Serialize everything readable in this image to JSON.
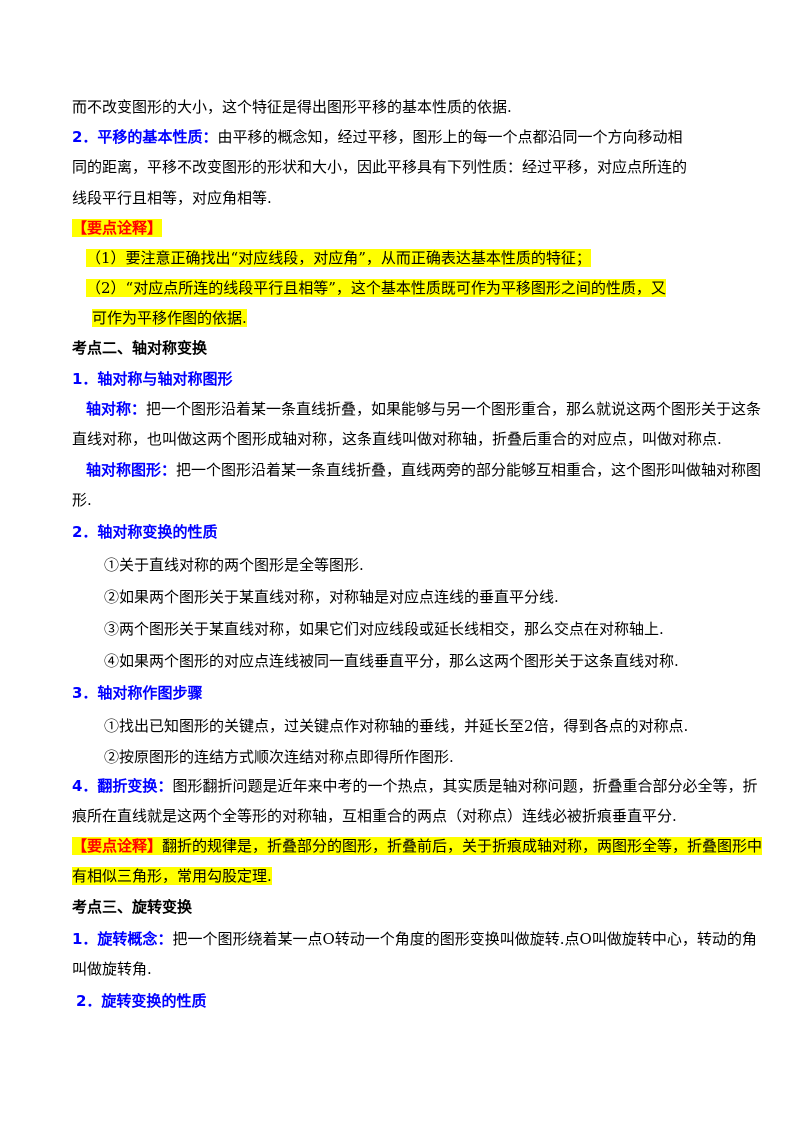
{
  "lines": {
    "l1": "而不改变图形的大小，这个特征是得出图形平移的基本性质的依据.",
    "l2_head": "2．平移的基本性质：",
    "l2_body": "由平移的概念知，经过平移，图形上的每一个点都沿同一个方向移动相",
    "l3": "同的距离，平移不改变图形的形状和大小，因此平移具有下列性质：经过平移，对应点所连的",
    "l4": "线段平行且相等，对应角相等.",
    "l5_tag": "【要点诠释】",
    "l6": "（1）要注意正确找出“对应线段，对应角”，从而正确表达基本性质的特征；",
    "l7": "（2）“对应点所连的线段平行且相等”，这个基本性质既可作为平移图形之间的性质，又",
    "l8": "可作为平移作图的依据.",
    "l9": "考点二、轴对称变换",
    "l10": "1．轴对称与轴对称图形",
    "l11_head": "轴对称：",
    "l11_body": "把一个图形沿着某一条直线折叠，如果能够与另一个图形重合，那么就说这两个图形关于这条",
    "l12": "直线对称，也叫做这两个图形成轴对称，这条直线叫做对称轴，折叠后重合的对应点，叫做对称点.",
    "l13_head": "轴对称图形：",
    "l13_body": "把一个图形沿着某一条直线折叠，直线两旁的部分能够互相重合，这个图形叫做轴对称图",
    "l14": "形.",
    "l15": "2．轴对称变换的性质",
    "l16": "①关于直线对称的两个图形是全等图形.",
    "l17": "②如果两个图形关于某直线对称，对称轴是对应点连线的垂直平分线.",
    "l18": "③两个图形关于某直线对称，如果它们对应线段或延长线相交，那么交点在对称轴上.",
    "l19": "④如果两个图形的对应点连线被同一直线垂直平分，那么这两个图形关于这条直线对称.",
    "l20": "3．轴对称作图步骤",
    "l21": "①找出已知图形的关键点，过关键点作对称轴的垂线，并延长至2倍，得到各点的对称点.",
    "l22": "②按原图形的连结方式顺次连结对称点即得所作图形.",
    "l23_head": "4．翻折变换：",
    "l23_body": "图形翻折问题是近年来中考的一个热点，其实质是轴对称问题，折叠重合部分必全等，折",
    "l24": "痕所在直线就是这两个全等形的对称轴，互相重合的两点（对称点）连线必被折痕垂直平分.",
    "l25_tag": "【要点诠释】",
    "l25_body": "翻折的规律是，折叠部分的图形，折叠前后，关于折痕成轴对称，两图形全等，折叠图形中",
    "l26": "有相似三角形，常用勾股定理.",
    "l27": "考点三、旋转变换",
    "l28_head": "1．旋转概念：",
    "l28_body": "把一个图形绕着某一点O转动一个角度的图形变换叫做旋转.点O叫做旋转中心，转动的角",
    "l29": "叫做旋转角.",
    "l30": "2．旋转变换的性质"
  }
}
